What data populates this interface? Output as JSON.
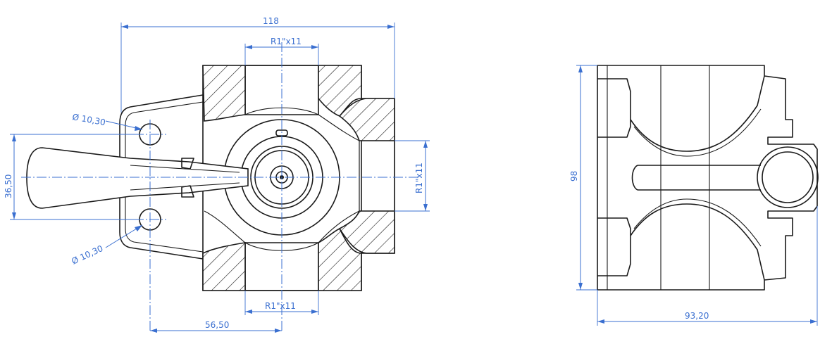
{
  "dimensions": {
    "overall_width": "118",
    "port_top": "R1\"x11",
    "port_right": "R1\"x11",
    "port_bottom": "R1\"x11",
    "hole_upper": "Ø 10,30",
    "hole_lower": "Ø 10,30",
    "hole_spacing": "36,50",
    "hole_offset": "56,50",
    "side_height": "98",
    "side_width": "93,20"
  },
  "colors": {
    "dimension": "#3a6fd0",
    "outline": "#1a1a1a"
  }
}
